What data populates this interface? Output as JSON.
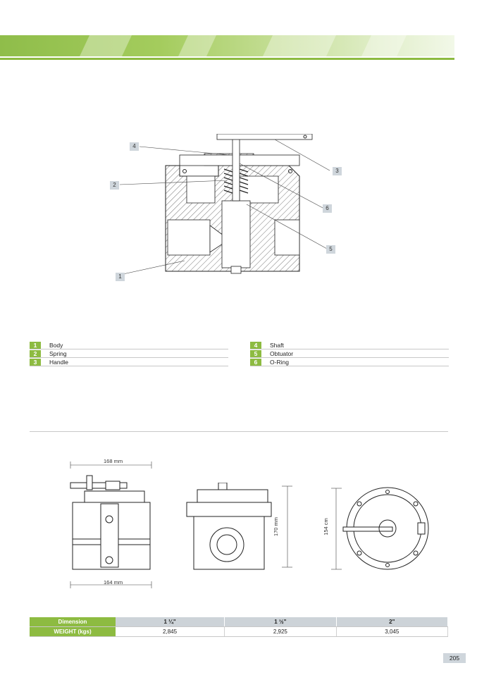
{
  "callouts": [
    "1",
    "2",
    "3",
    "4",
    "5",
    "6"
  ],
  "parts_left": [
    {
      "num": "1",
      "label": "Body"
    },
    {
      "num": "2",
      "label": "Spring"
    },
    {
      "num": "3",
      "label": "Handle"
    }
  ],
  "parts_right": [
    {
      "num": "4",
      "label": "Shaft"
    },
    {
      "num": "5",
      "label": "Obtuator"
    },
    {
      "num": "6",
      "label": "O-Ring"
    }
  ],
  "dimensions": {
    "top_width": "168 mm",
    "bottom_width": "164 mm",
    "height": "170 mm",
    "diameter": "154 cm"
  },
  "spec_table": {
    "row1_header": "Dimension",
    "row2_header": "WEIGHT (kgs)",
    "sizes": [
      "1 ¼\"",
      "1 ½\"",
      "2\""
    ],
    "weights": [
      "2,845",
      "2,925",
      "3,045"
    ]
  },
  "page_number": "205",
  "colors": {
    "accent": "#8dbb41",
    "gray_label": "#cfd6dc"
  }
}
